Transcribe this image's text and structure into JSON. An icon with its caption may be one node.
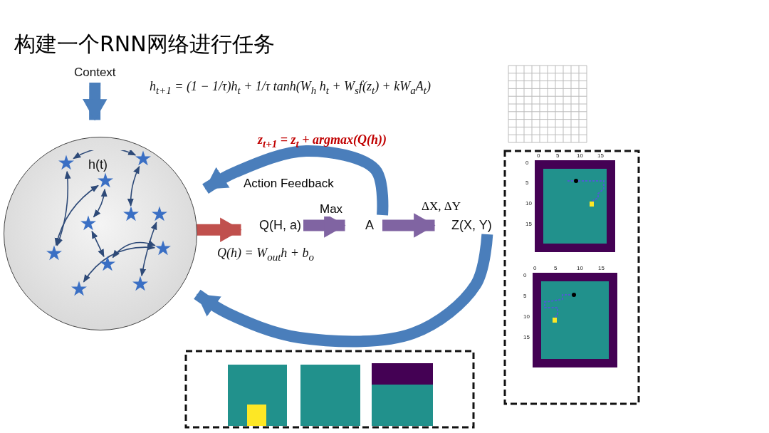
{
  "diagram": {
    "title": "构建一个RNN网络进行任务",
    "nodes": [
      {
        "text": [
          "h(t)"
        ]
      },
      {
        "text": [
          "Context"
        ]
      },
      {
        "text": [
          "Q(H, a)"
        ]
      },
      {
        "text": [
          "A"
        ]
      },
      {
        "text": [
          "Z(X, Y)"
        ]
      }
    ],
    "edges": [
      {
        "from": 1,
        "to": 0,
        "arrow": "to",
        "color": "#4a7ebb"
      },
      {
        "from": 0,
        "to": 2,
        "arrow": "to",
        "color": "#c0504d"
      },
      {
        "from": 2,
        "to": 3,
        "arrow": "to",
        "color": "#8064a2",
        "label": "Max"
      },
      {
        "from": 3,
        "to": 4,
        "arrow": "to",
        "color": "#8064a2",
        "label": "ΔX, ΔY"
      },
      {
        "from": 3,
        "to": 0,
        "arrow": "to",
        "color": "#4a7ebb",
        "label": "Action Feedback"
      },
      {
        "from": 4,
        "to": 0,
        "arrow": "to",
        "color": "#4a7ebb"
      }
    ],
    "labels": [
      "h$_{t+1}$ = (1 − 1/τ)h$_{t}$ + 1/τ tanh(W$_{h}$ h$_{t}$ + W$_{s}$f(z$_{t}$) + kW$_{a}$A$_{t}$)",
      "z$_{t+1}$ = z$_{t}$ + argmax(Q(h))",
      "Q(h) = W$_{out}$h + b$_{o}$",
      "0",
      "5",
      "10",
      "15",
      "0",
      "5",
      "10",
      "15",
      "0",
      "5",
      "10",
      "15",
      "0",
      "5",
      "10",
      "15"
    ]
  }
}
